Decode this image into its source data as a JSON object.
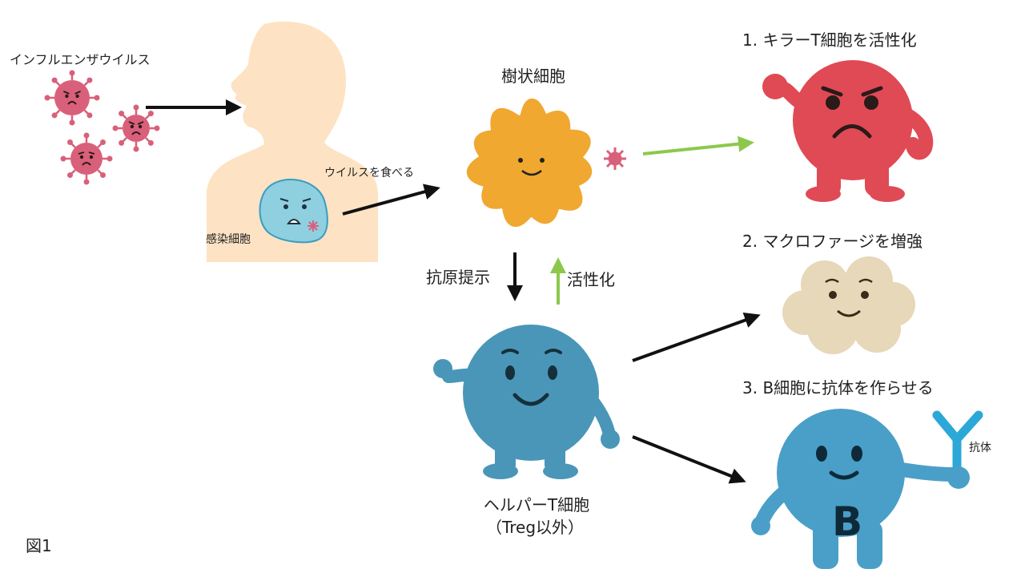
{
  "labels": {
    "influenza": "インフルエンザウイルス",
    "infected_cell": "感染細胞",
    "eat_virus": "ウイルスを食べる",
    "dendritic_cell": "樹状細胞",
    "antigen_presentation": "抗原提示",
    "activation": "活性化",
    "helper_t_line1": "ヘルパーT細胞",
    "helper_t_line2": "（Treg以外）",
    "effect1": "1. キラーT細胞を活性化",
    "effect2": "2. マクロファージを増強",
    "effect3": "3. B細胞に抗体を作らせる",
    "antibody": "抗体",
    "b_letter": "B",
    "figure": "図1"
  },
  "colors": {
    "virus": "#d9607a",
    "body": "#fde3c3",
    "infected_cell": "#8ecfe0",
    "dendritic": "#f0a830",
    "helper_t": "#4a96b8",
    "killer_t": "#e04a55",
    "macrophage": "#e6d8b8",
    "b_cell": "#4a9fc8",
    "antibody": "#2ca8d8",
    "green_arrow": "#8cc84b",
    "black_arrow": "#111111"
  }
}
